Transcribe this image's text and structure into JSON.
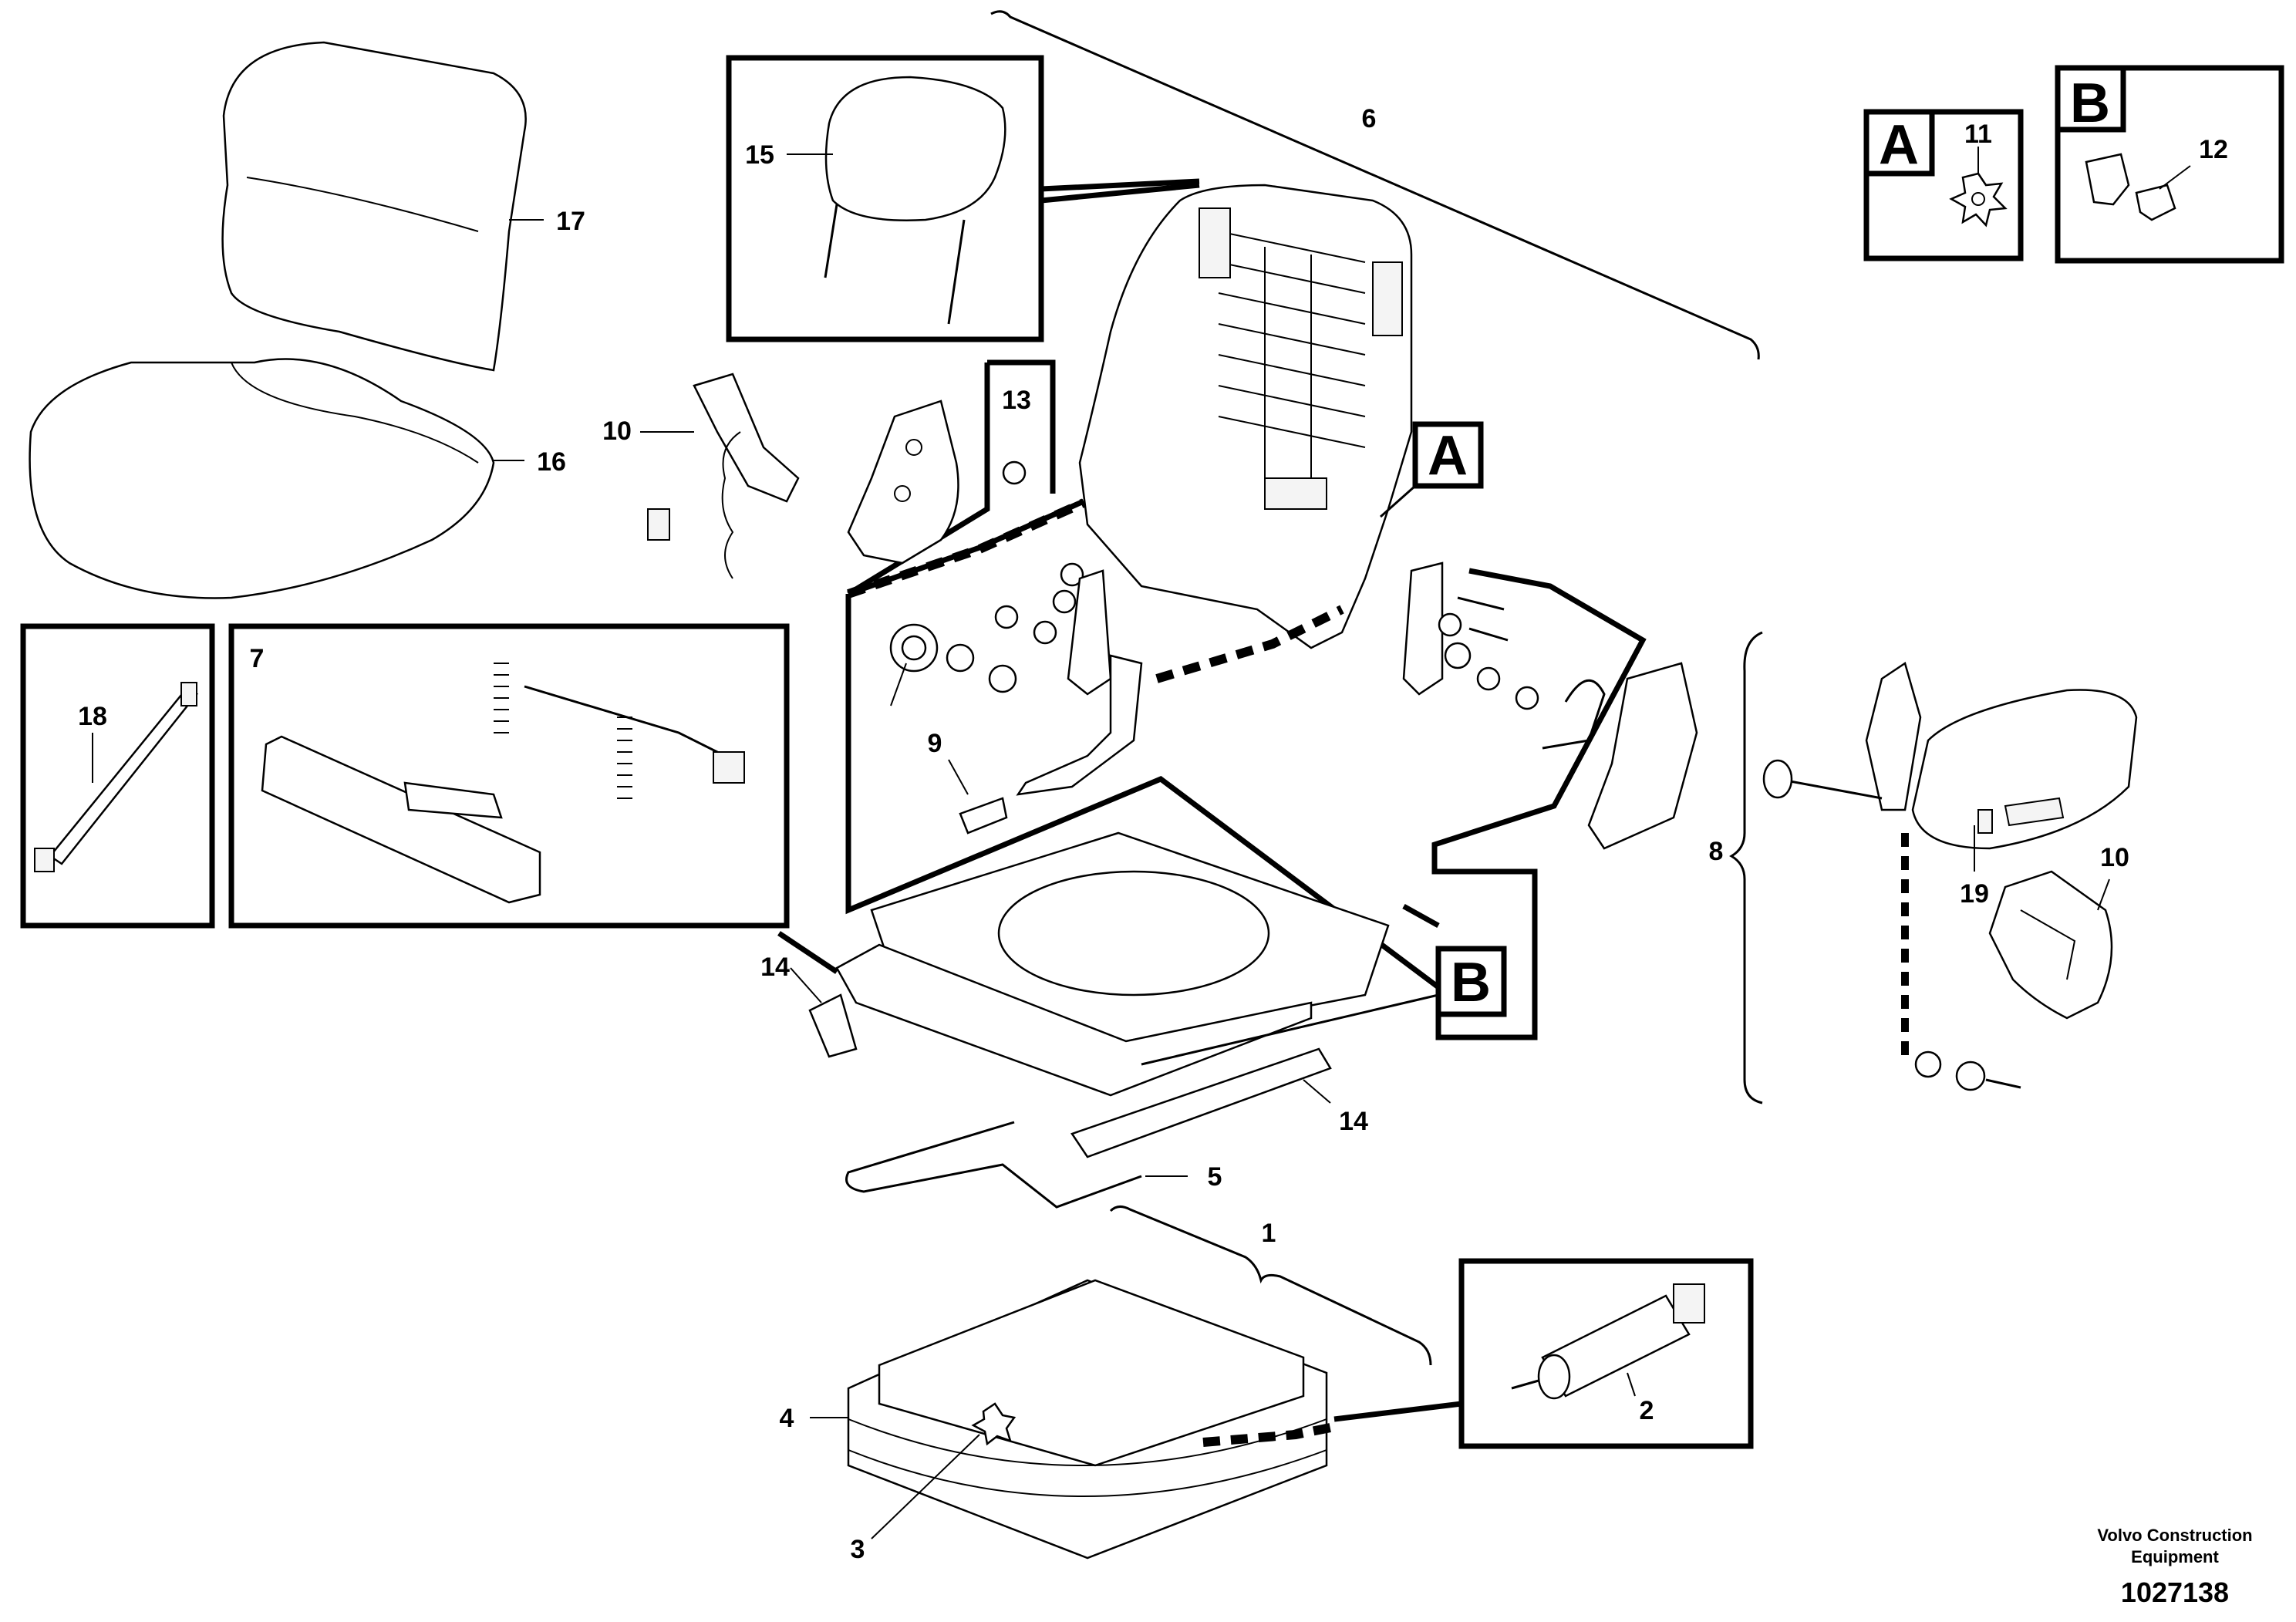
{
  "callouts": {
    "c1": "1",
    "c2": "2",
    "c3": "3",
    "c4": "4",
    "c5": "5",
    "c6": "6",
    "c7": "7",
    "c8": "8",
    "c9": "9",
    "c10a": "10",
    "c10b": "10",
    "c11": "11",
    "c12": "12",
    "c13": "13",
    "c14a": "14",
    "c14b": "14",
    "c15": "15",
    "c16": "16",
    "c17": "17",
    "c18": "18",
    "c19": "19"
  },
  "detail_labels": {
    "a_main": "A",
    "b_main": "B",
    "a_inset": "A",
    "b_inset": "B"
  },
  "footer": {
    "line1": "Volvo Construction",
    "line2": "Equipment",
    "doc_number": "1027138"
  }
}
